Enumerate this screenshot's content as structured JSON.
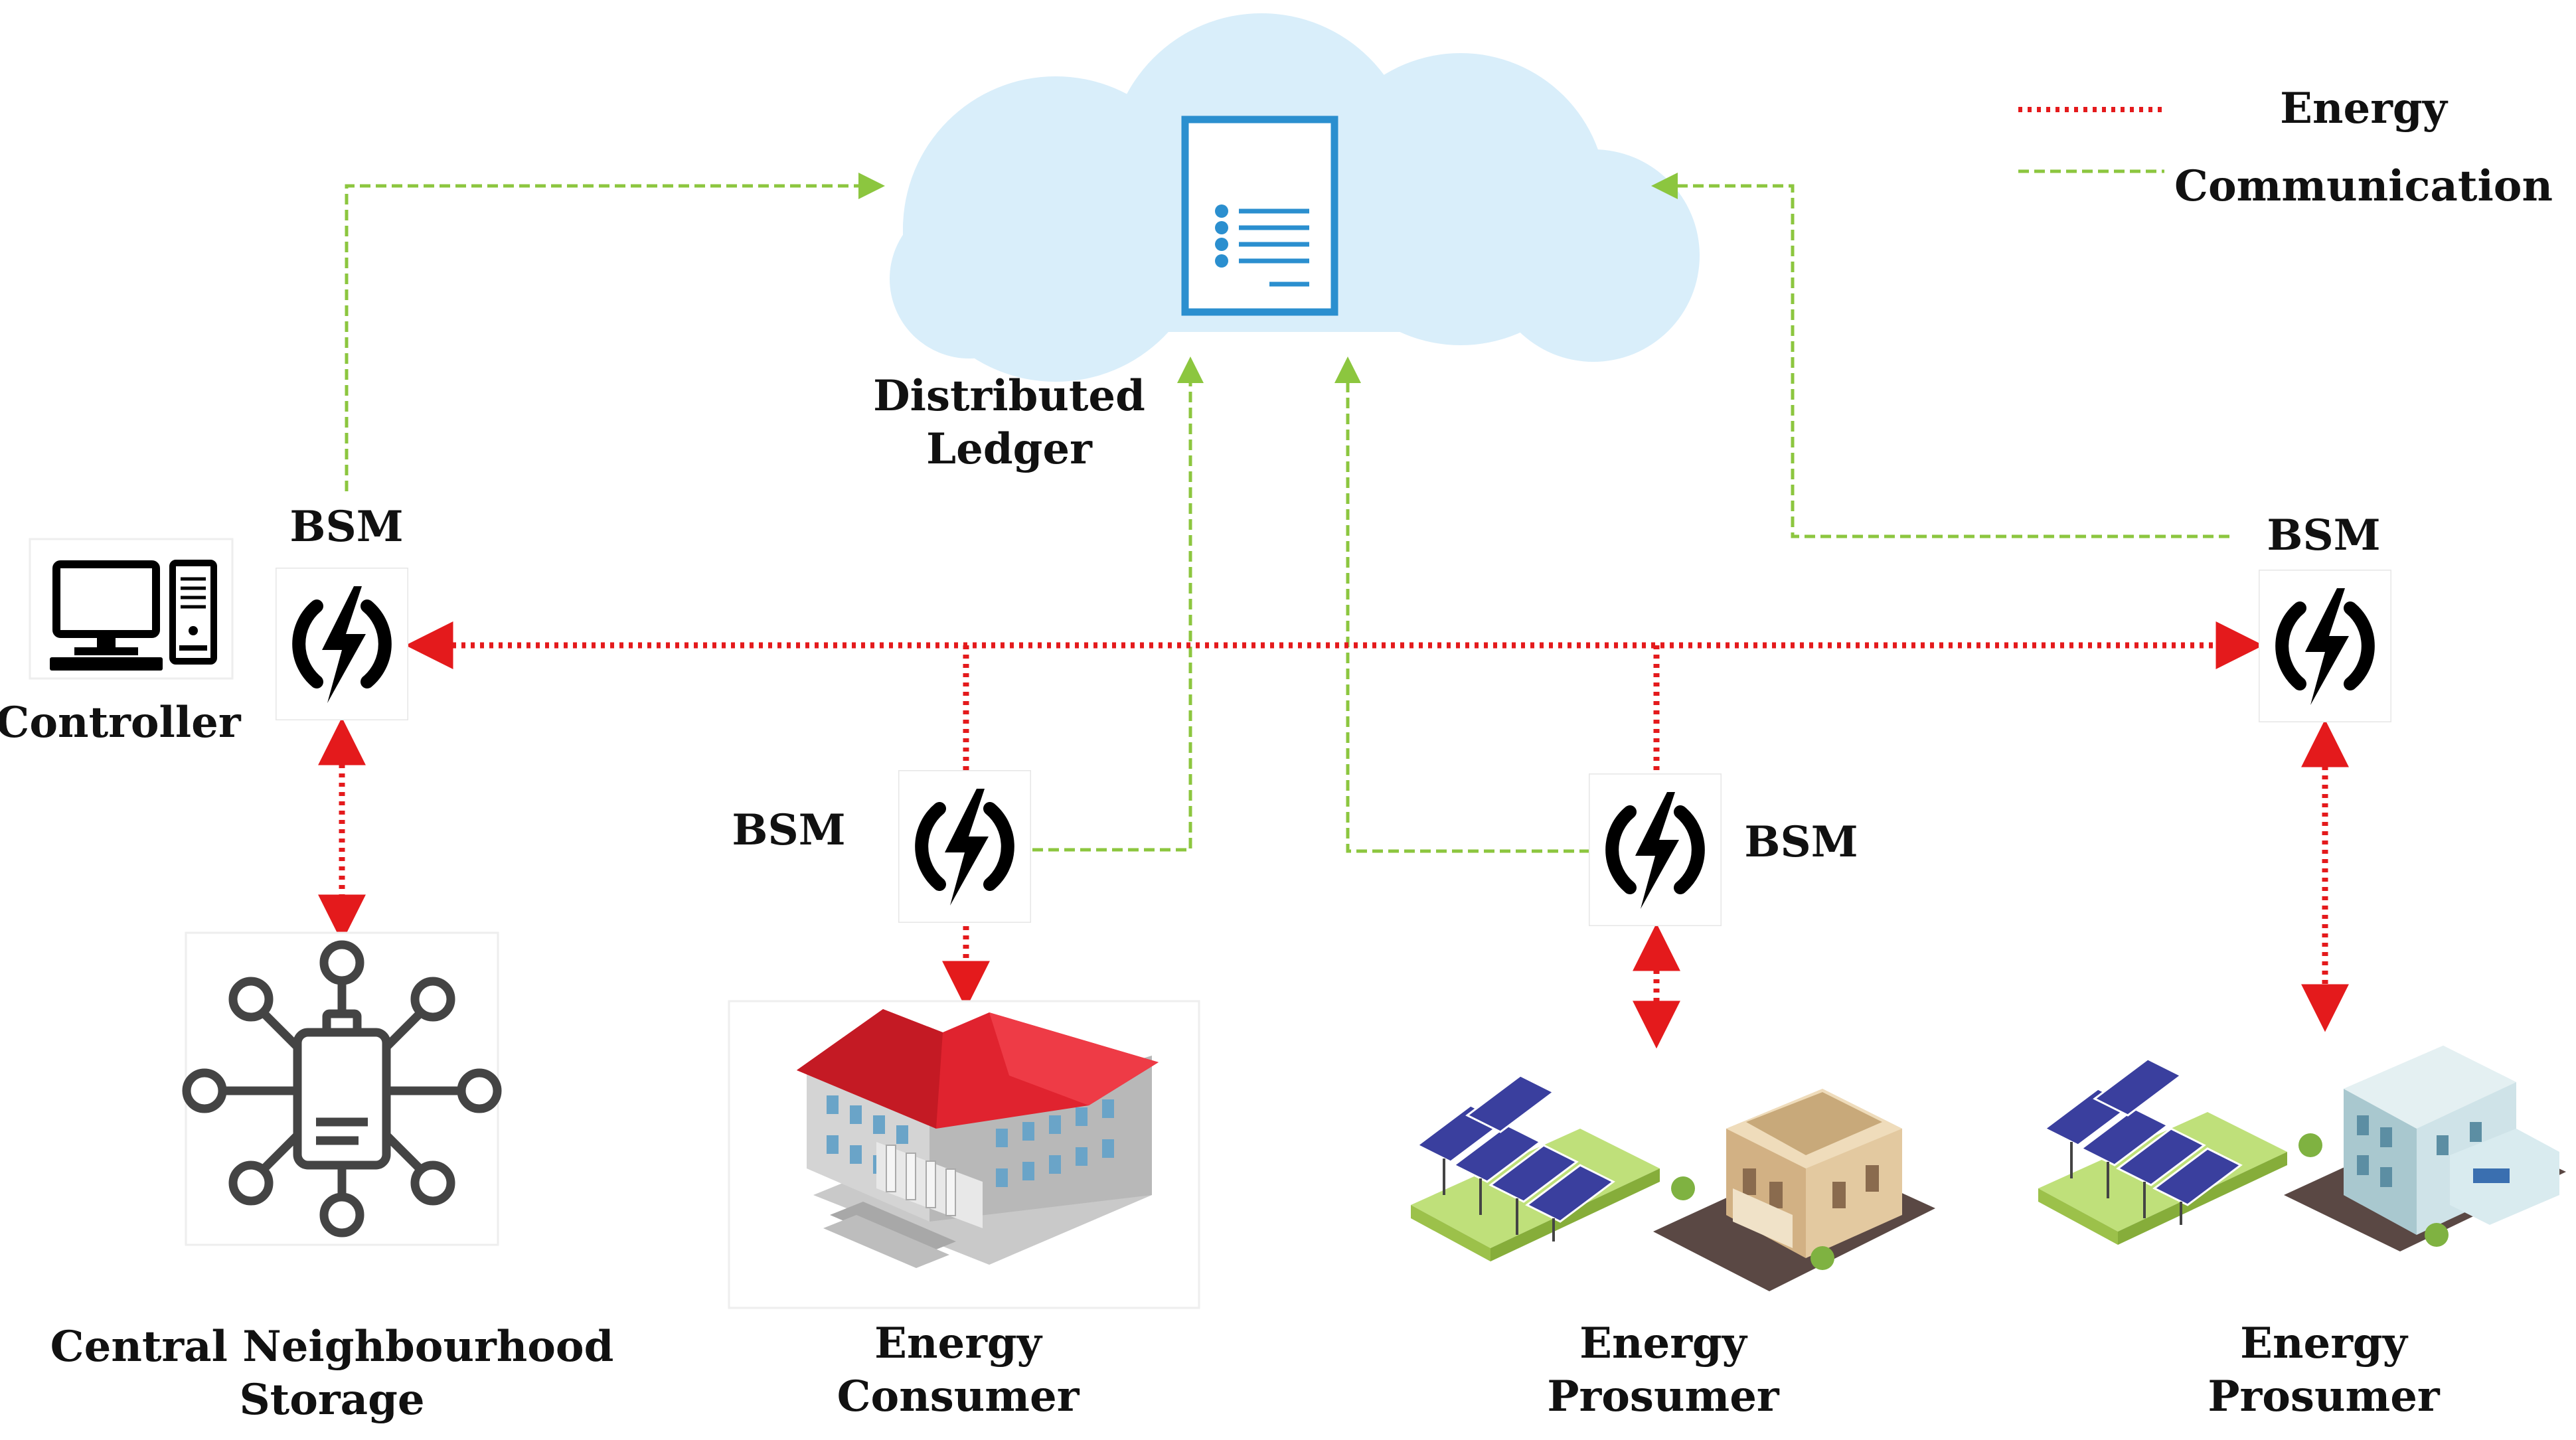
{
  "legend": {
    "energy_label": "Energy",
    "communication_label": "Communication"
  },
  "ledger": {
    "label_line1": "Distributed",
    "label_line2": "Ledger"
  },
  "nodes": {
    "controller": {
      "label": "Controller",
      "bsm_label": "BSM"
    },
    "storage": {
      "label_line1": "Central Neighbourhood",
      "label_line2": "Storage"
    },
    "consumer": {
      "label_line1": "Energy",
      "label_line2": "Consumer",
      "bsm_label": "BSM"
    },
    "prosumer1": {
      "label_line1": "Energy",
      "label_line2": "Prosumer",
      "bsm_label": "BSM"
    },
    "prosumer2": {
      "label_line1": "Energy",
      "label_line2": "Prosumer",
      "bsm_label": "BSM"
    }
  },
  "colors": {
    "energy": "#e41a1c",
    "communication": "#8cc63f",
    "cloud": "#d9eefa",
    "document": "#2b8fcf",
    "roof": "#e0232f",
    "panel": "#3a3f9e"
  }
}
